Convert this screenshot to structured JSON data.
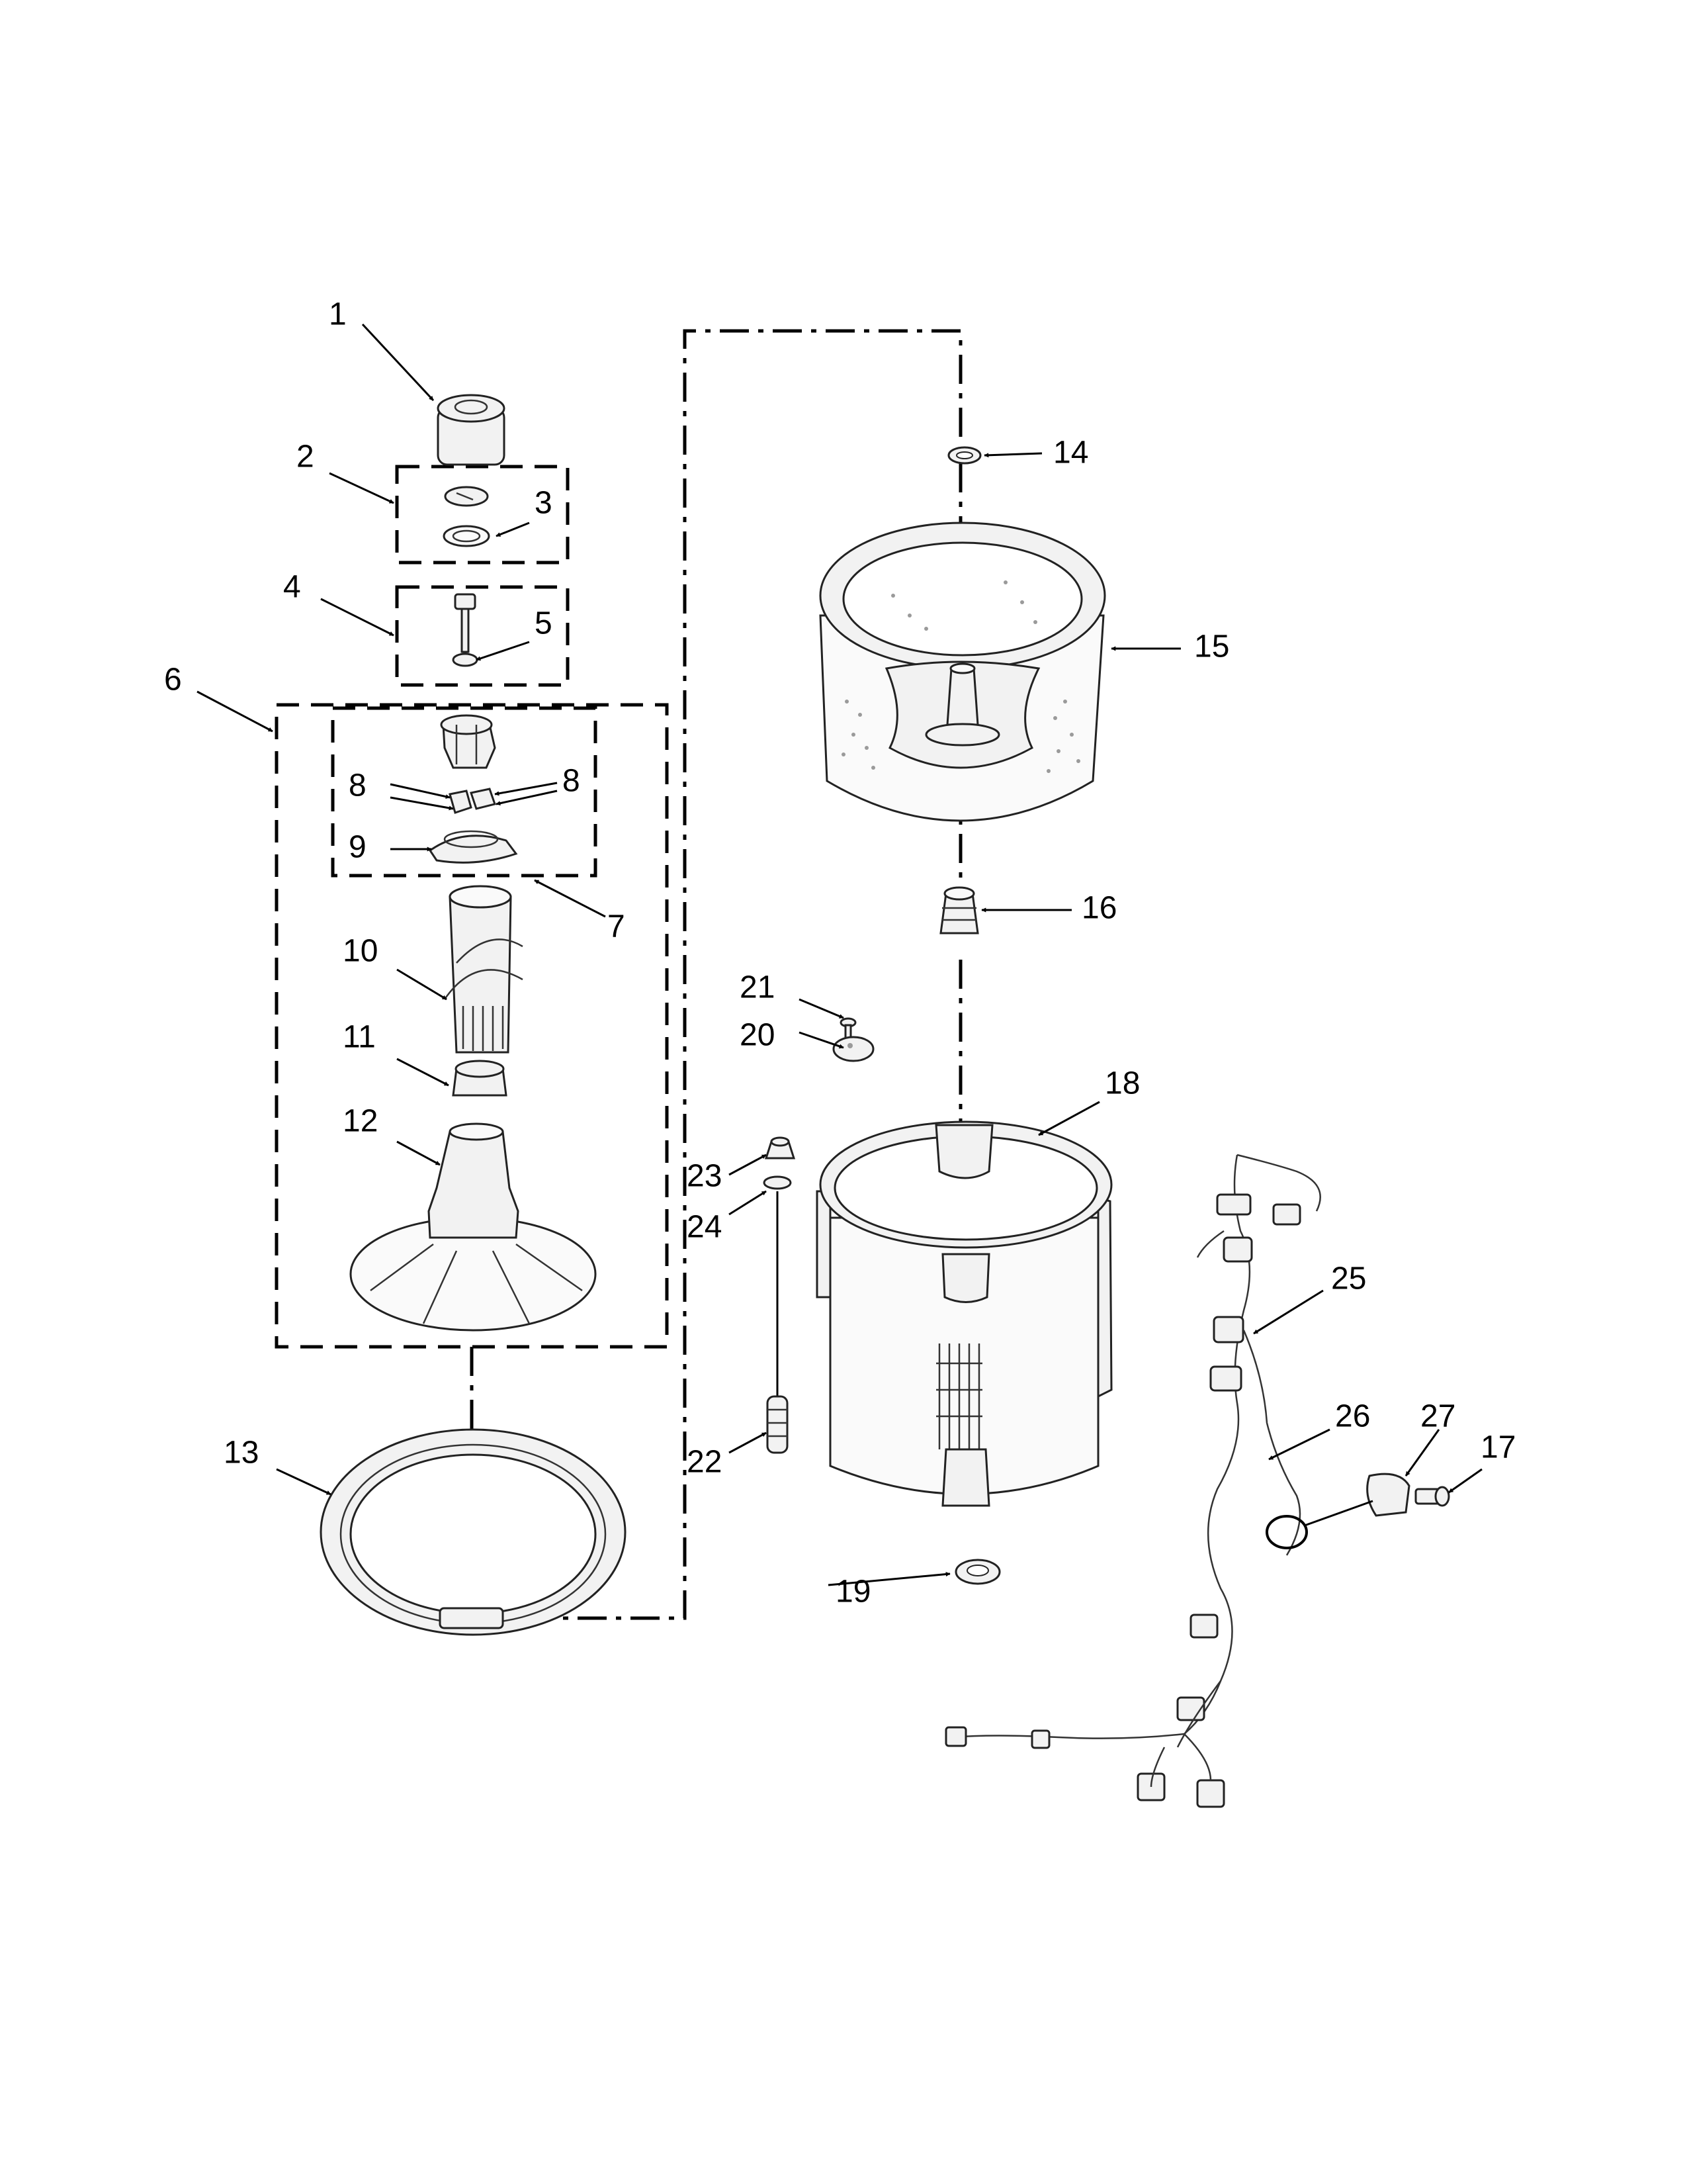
{
  "callouts": {
    "c1": "1",
    "c2": "2",
    "c3": "3",
    "c4": "4",
    "c5": "5",
    "c6": "6",
    "c7": "7",
    "c8a": "8",
    "c8b": "8",
    "c9": "9",
    "c10": "10",
    "c11": "11",
    "c12": "12",
    "c13": "13",
    "c14": "14",
    "c15": "15",
    "c16": "16",
    "c17": "17",
    "c18": "18",
    "c19": "19",
    "c20": "20",
    "c21": "21",
    "c22": "22",
    "c23": "23",
    "c24": "24",
    "c25": "25",
    "c26": "26",
    "c27": "27"
  },
  "colors": {
    "line": "#000000",
    "part_fill": "#f2f2f2",
    "background": "#ffffff"
  }
}
